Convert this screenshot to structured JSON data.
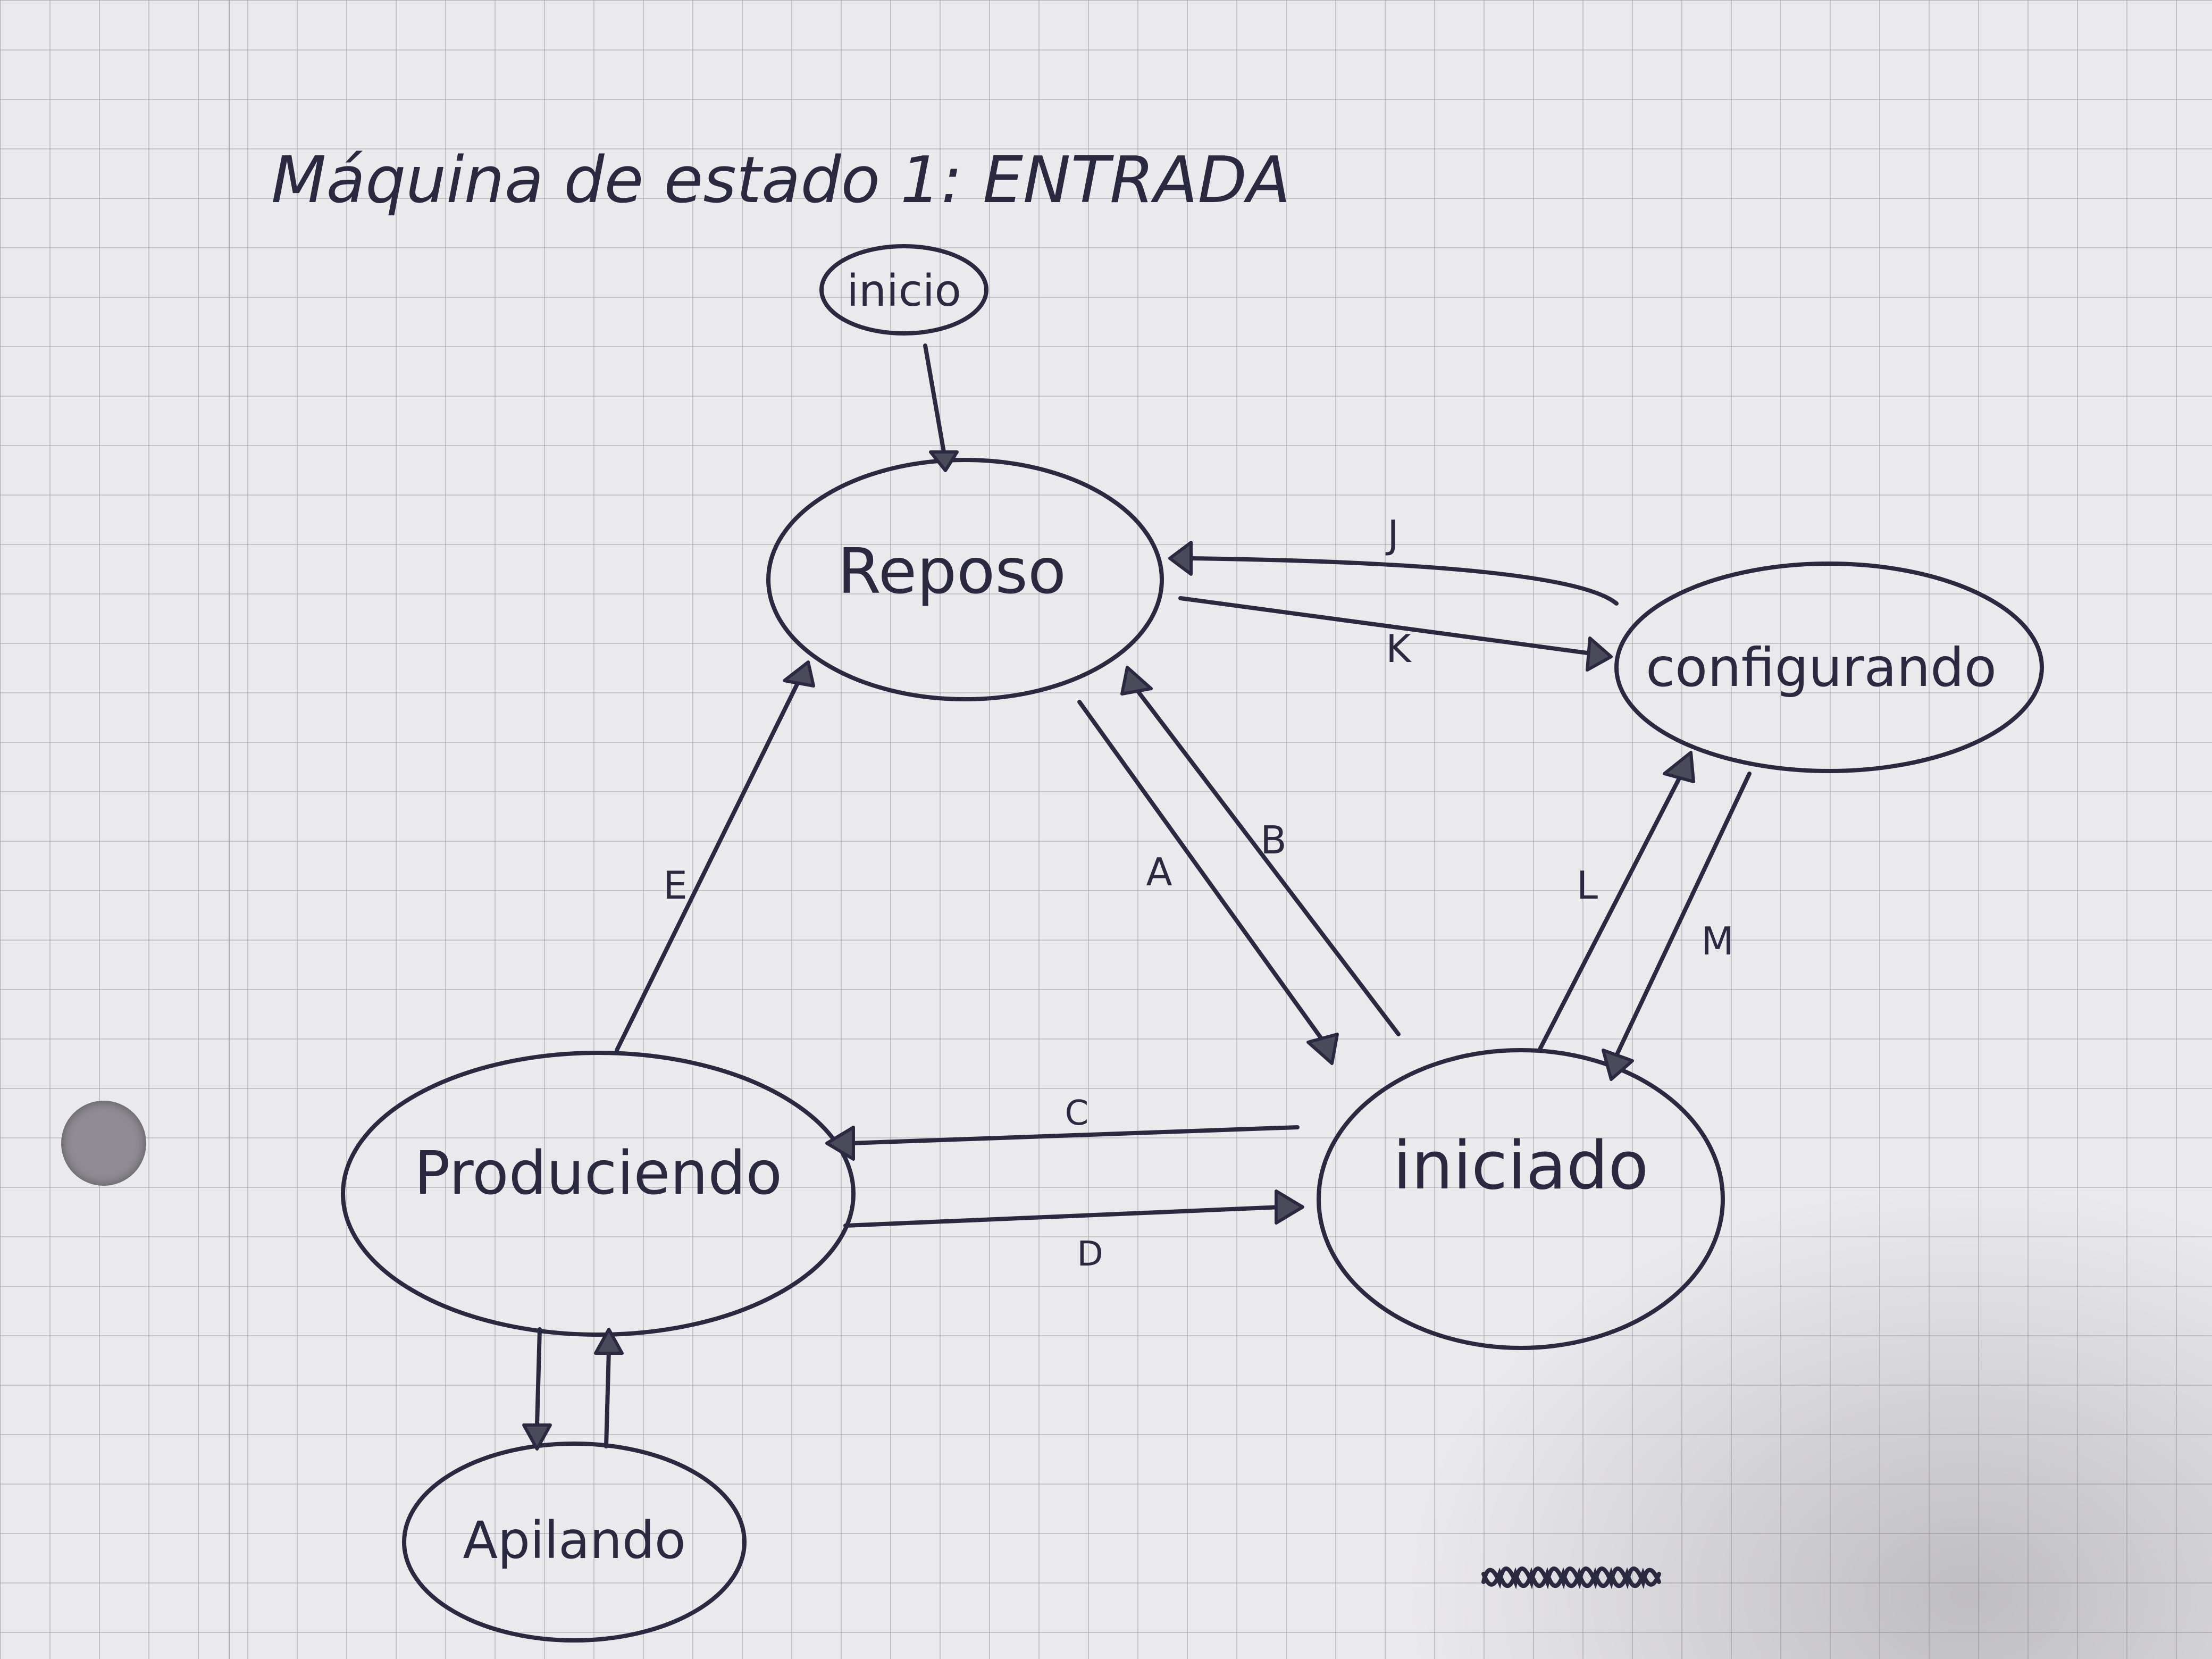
{
  "title": "Máquina de estado 1: ENTRADA",
  "states": {
    "inicio": "inicio",
    "reposo": "Reposo",
    "configurando": "configurando",
    "produciendo": "Produciendo",
    "iniciado": "iniciado",
    "apilando": "Apilando"
  },
  "transitions": {
    "A": "A",
    "B": "B",
    "C": "C",
    "D": "D",
    "E": "E",
    "J": "J",
    "K": "K",
    "L": "L",
    "M": "M"
  },
  "colors": {
    "ink": "#2b2940",
    "paper": "#eae9ec",
    "grid": "#9696a0"
  },
  "icons": {
    "scribble": "scribble-mark"
  }
}
